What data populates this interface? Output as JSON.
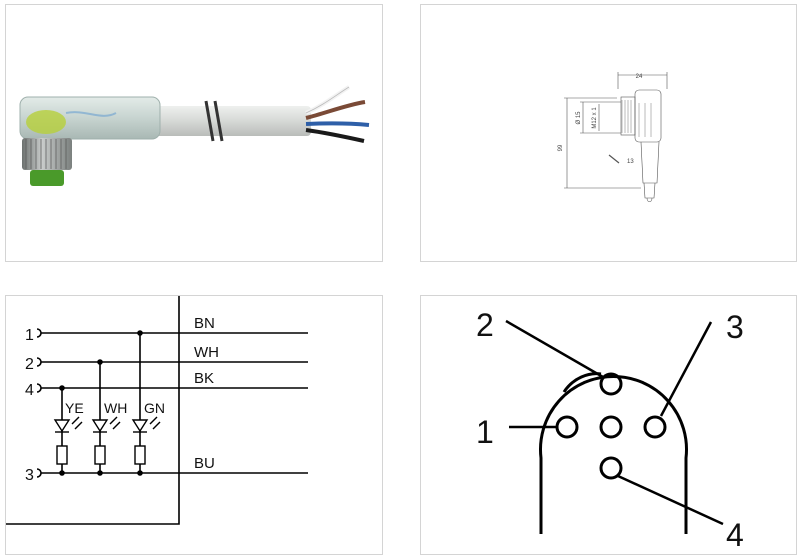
{
  "dimensions": {
    "width": "24",
    "length": "99",
    "diameter": "Ø 15",
    "thread": "M12 x 1",
    "bend": "13"
  },
  "wiring": {
    "pin_labels": [
      "1",
      "2",
      "4",
      "3"
    ],
    "wire_labels": [
      "BN",
      "WH",
      "BK",
      "BU"
    ],
    "led_labels": [
      "YE",
      "WH",
      "GN"
    ]
  },
  "pinout": {
    "labels": [
      "2",
      "3",
      "1",
      "4"
    ]
  },
  "colors": {
    "cable": "#d8dbd8",
    "wire_brown": "#7a4a36",
    "wire_blue": "#2e5fa8",
    "wire_black": "#1a1a1a",
    "wire_white": "#f2f2f2",
    "led_green": "#4a9a2a"
  }
}
